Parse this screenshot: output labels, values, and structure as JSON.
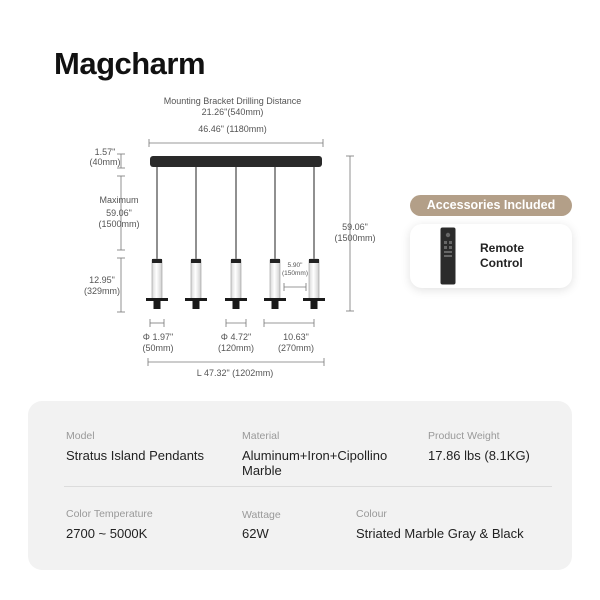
{
  "brand": "Magcharm",
  "diagram": {
    "bracket_caption": "Mounting Bracket Drilling Distance",
    "bracket_value": "21.26\"(540mm)",
    "canopy_length": "46.46\" (1180mm)",
    "canopy_height": "1.57\"",
    "canopy_height_mm": "(40mm)",
    "max_label": "Maximum",
    "max_value": "59.06\"",
    "max_value_mm": "(1500mm)",
    "total_height": "59.06\"",
    "total_height_mm": "(1500mm)",
    "shade_height": "12.95\"",
    "shade_height_mm": "(329mm)",
    "shade_offset": "5.90\"",
    "shade_offset_mm": "(150mm)",
    "shade_diameter": "Φ 1.97\"",
    "shade_diameter_mm": "(50mm)",
    "base_diameter": "Φ 4.72\"",
    "base_diameter_mm": "(120mm)",
    "spacing": "10.63\"",
    "spacing_mm": "(270mm)",
    "overall_length": "L 47.32\" (1202mm)"
  },
  "accessories": {
    "header": "Accessories Included",
    "item": "Remote\nControl",
    "icon": "remote-control-icon"
  },
  "specs": {
    "model_label": "Model",
    "model_value": "Stratus Island Pendants",
    "material_label": "Material",
    "material_value": "Aluminum+Iron+Cipollino Marble",
    "weight_label": "Product Weight",
    "weight_value": "17.86 lbs (8.1KG)",
    "temp_label": "Color Temperature",
    "temp_value": "2700 ~ 5000K",
    "wattage_label": "Wattage",
    "wattage_value": "62W",
    "colour_label": "Colour",
    "colour_value": "Striated Marble Gray & Black"
  }
}
